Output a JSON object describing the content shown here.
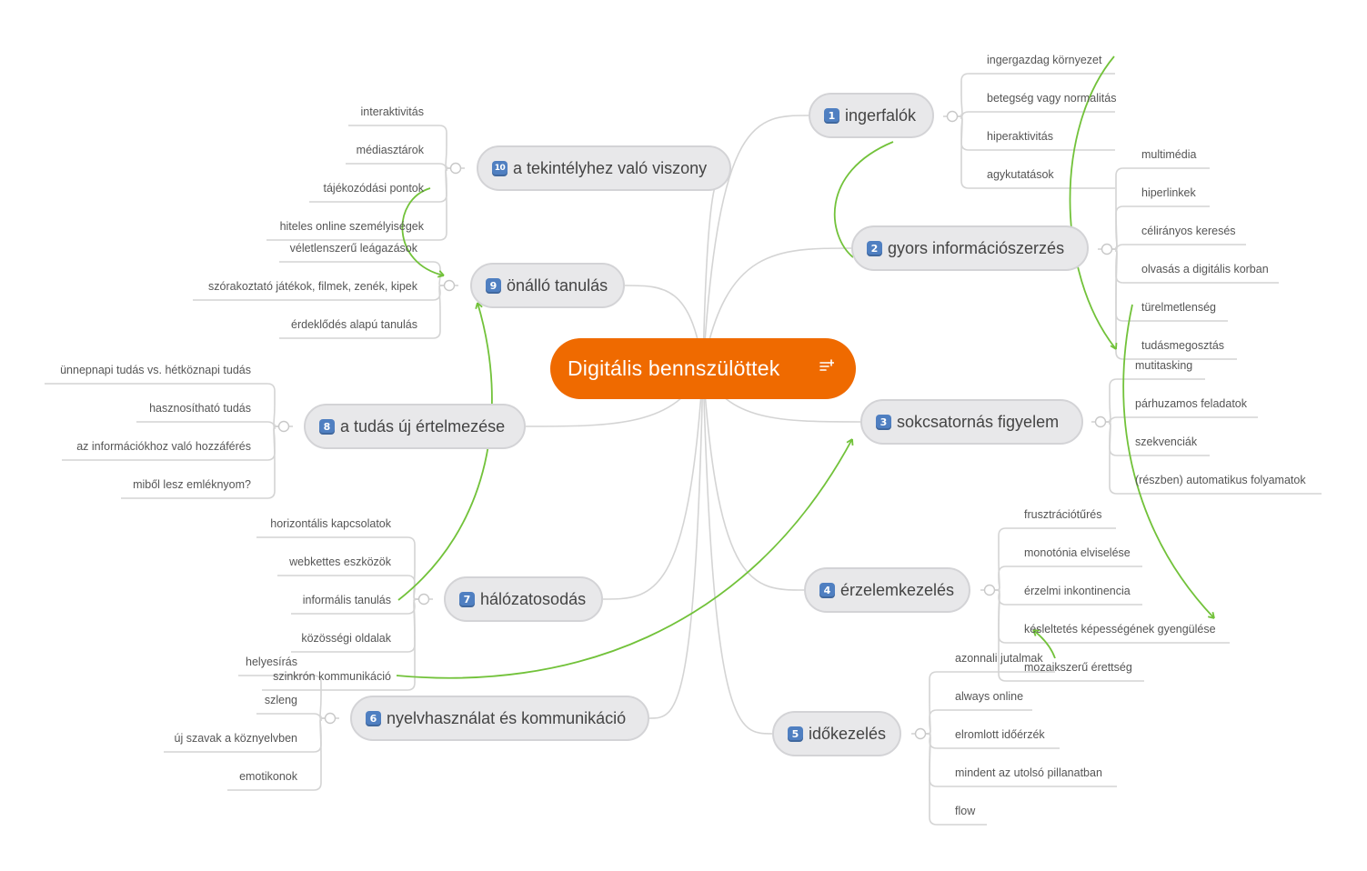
{
  "central": {
    "title": "Digitális bennszülöttek",
    "icon": "notes-icon",
    "color": "#ef6a00"
  },
  "colors": {
    "connector": "#d4d4d4",
    "relationship": "#72c23a",
    "badge": "#4f7fc1",
    "topic_fill": "#e8e8ea"
  },
  "topics": [
    {
      "num": "1",
      "label": "ingerfalók",
      "children": [
        "ingergazdag környezet",
        "betegség vagy normalitás",
        "hiperaktivitás",
        "agykutatások"
      ]
    },
    {
      "num": "2",
      "label": "gyors információszerzés",
      "children": [
        "multimédia",
        "hiperlinkek",
        "céliránуos keresés",
        "olvasás a digitális korban",
        "türelmetlenség",
        "tudásmegosztás"
      ]
    },
    {
      "num": "3",
      "label": "sokcsatornás figyelem",
      "children": [
        "mutitasking",
        "párhuzamos feladatok",
        "szekvenciák",
        "(részben) automatikus folyamatok"
      ]
    },
    {
      "num": "4",
      "label": "érzelemkezelés",
      "children": [
        "frusztrációtűrés",
        "monotónia elviselése",
        "érzelmi inkontinencia",
        "késleltetés képességének gyengülése",
        "mozaikszerű érettség"
      ]
    },
    {
      "num": "5",
      "label": "időkezelés",
      "children": [
        "azonnali jutalmak",
        "always online",
        "elromlott időérzék",
        "mindent az utolsó pillanatban",
        "flow"
      ]
    },
    {
      "num": "6",
      "label": "nyelvhasználat és kommunikáció",
      "children": [
        "helyesírás",
        "szleng",
        "új szavak a köznyelvben",
        "emotikonok"
      ]
    },
    {
      "num": "7",
      "label": "hálózatosodás",
      "children": [
        "horizontális kapcsolatok",
        "webkettes eszközök",
        "informális tanulás",
        "közösségi oldalak",
        "szinkrón kommunikáció"
      ]
    },
    {
      "num": "8",
      "label": "a tudás új értelmezése",
      "children": [
        "ünnepnapi tudás vs. hétköznapi tudás",
        "hasznosítható tudás",
        "az információkhoz való hozzáférés",
        "miből lesz emléknyom?"
      ]
    },
    {
      "num": "9",
      "label": "önálló tanulás",
      "children": [
        "véletlenszerű leágazások",
        "szórakoztató játékok, filmek, zenék, kipek",
        "érdeklődés alapú tanulás"
      ]
    },
    {
      "num": "10",
      "label": "a tekintélyhez való viszony",
      "children": [
        "interaktivitás",
        "médiasztárok",
        "tájékozódási pontok",
        "hiteles online személyiségek"
      ]
    }
  ]
}
